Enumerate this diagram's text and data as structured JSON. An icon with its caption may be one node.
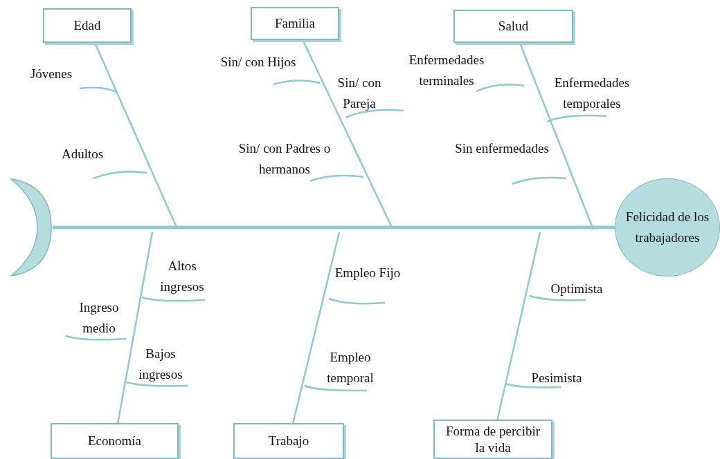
{
  "diagram": {
    "nodes": [
      {
        "text": [
          "Edad"
        ]
      },
      {
        "text": [
          "Familia"
        ]
      },
      {
        "text": [
          "Salud"
        ]
      },
      {
        "text": [
          "Economía"
        ]
      },
      {
        "text": [
          "Trabajo"
        ]
      },
      {
        "text": [
          "Forma de percibir la vida"
        ]
      },
      {
        "text": [
          "Felicidad de los trabajadores"
        ]
      },
      {
        "text": [],
        "shape": "crescent"
      }
    ],
    "edges": [
      {
        "from": 7,
        "to": 6,
        "arrow": "none",
        "style": "thick"
      },
      {
        "from": 0,
        "to": null,
        "arrow": "none"
      },
      {
        "from": 1,
        "to": null,
        "arrow": "none"
      },
      {
        "from": 2,
        "to": null,
        "arrow": "none"
      },
      {
        "from": 3,
        "to": null,
        "arrow": "none"
      },
      {
        "from": 4,
        "to": null,
        "arrow": "none"
      },
      {
        "from": 5,
        "to": null,
        "arrow": "none"
      }
    ],
    "labels": [
      "Jóvenes",
      "Sin/ con Hijos",
      "Enfermedades terminales",
      "Sin/ con Pareja",
      "Enfermedades temporales",
      "Sin/ con Padres o hermanos",
      "Adultos",
      "Sin enfermedades",
      "Altos ingresos",
      "Empleo Fijo",
      "Optimista",
      "Ingreso medio",
      "Bajos ingresos",
      "Empleo temporal",
      "Pesimista"
    ]
  }
}
